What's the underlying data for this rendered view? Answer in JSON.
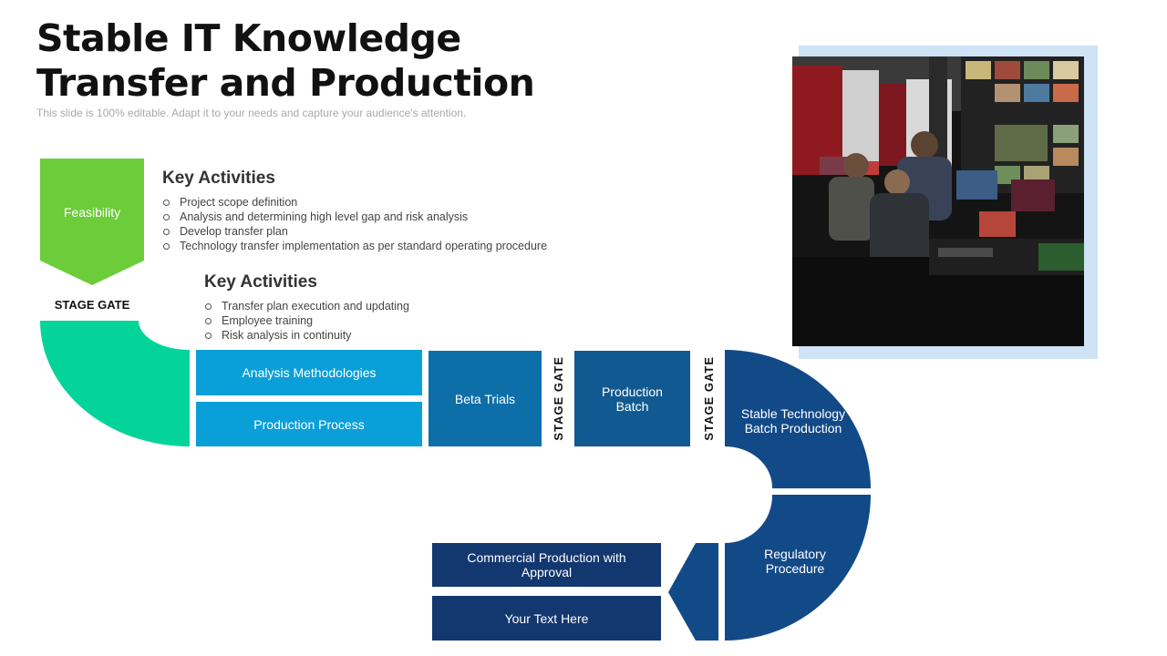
{
  "header": {
    "title_line1": "Stable IT Knowledge",
    "title_line2": "Transfer and Production",
    "subtitle": "This slide is 100% editable. Adapt it to your needs and capture your audience's attention."
  },
  "key_activities_1": {
    "heading": "Key Activities",
    "items": [
      "Project scope definition",
      "Analysis and determining high level gap and risk analysis",
      "Develop transfer plan",
      "Technology transfer implementation as per standard operating procedure"
    ]
  },
  "key_activities_2": {
    "heading": "Key Activities",
    "items": [
      "Transfer plan execution and updating",
      "Employee training",
      "Risk analysis in continuity"
    ]
  },
  "flow": {
    "feasibility": "Feasibility",
    "stage_gate_1": "STAGE GATE",
    "analysis_methodologies": "Analysis Methodologies",
    "production_process": "Production Process",
    "beta_trials": "Beta Trials",
    "stage_gate_2": "STAGE GATE",
    "production_batch_line1": "Production",
    "production_batch_line2": "Batch",
    "stage_gate_3": "STAGE GATE",
    "stable_tech_line1": "Stable Technology",
    "stable_tech_line2": "Batch Production",
    "regulatory_line1": "Regulatory",
    "regulatory_line2": "Procedure",
    "commercial_line1": "Commercial Production with",
    "commercial_line2": "Approval",
    "your_text": "Your Text Here"
  },
  "colors": {
    "feasibility": "#6ccc3a",
    "teal_arc": "#05d49a",
    "light_blue": "#0b9fd9",
    "mid_blue": "#0e6fa8",
    "deep_blue": "#115a91",
    "navy": "#124a88",
    "dark_navy": "#13376f",
    "photo_frame": "#cfe3f6"
  }
}
